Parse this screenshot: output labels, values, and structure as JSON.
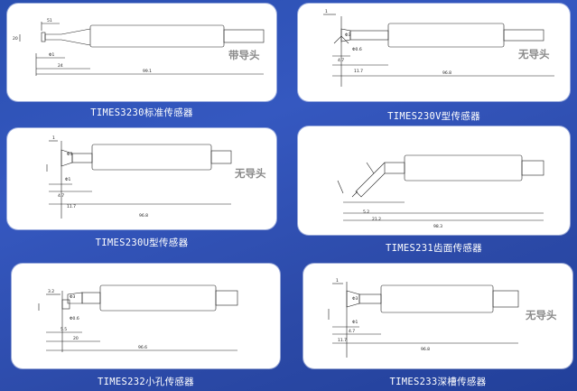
{
  "sensors": [
    {
      "caption": "TIMES3230标准传感器",
      "side_label": "带导头",
      "dims": {
        "a": "51",
        "b": "20",
        "c": "Φ1",
        "d": "24",
        "e": "99.1"
      }
    },
    {
      "caption": "TIMES230V型传感器",
      "side_label": "无导头",
      "dims": {
        "a": "1",
        "b": "Φ3",
        "c": "4.7",
        "d": "11.7",
        "e": "96.8",
        "f": "Φ0.6"
      }
    },
    {
      "caption": "TIMES230U型传感器",
      "side_label": "无导头",
      "dims": {
        "a": "1",
        "b": "Φ3",
        "c": "Φ1",
        "d": "4.7",
        "e": "11.7",
        "f": "96.8"
      }
    },
    {
      "caption": "TIMES231齿面传感器",
      "side_label": "",
      "dims": {
        "a": "5.2",
        "b": "21.2",
        "c": "98.3"
      }
    },
    {
      "caption": "TIMES232小孔传感器",
      "side_label": "",
      "dims": {
        "a": "3.2",
        "b": "Φ3",
        "c": "Φ0.6",
        "d": "5.5",
        "e": "20",
        "f": "96.6"
      }
    },
    {
      "caption": "TIMES233深槽传感器",
      "side_label": "无导头",
      "dims": {
        "a": "1",
        "b": "Φ3",
        "c": "Φ1",
        "d": "4.7",
        "e": "11.7",
        "f": "96.8"
      }
    }
  ]
}
